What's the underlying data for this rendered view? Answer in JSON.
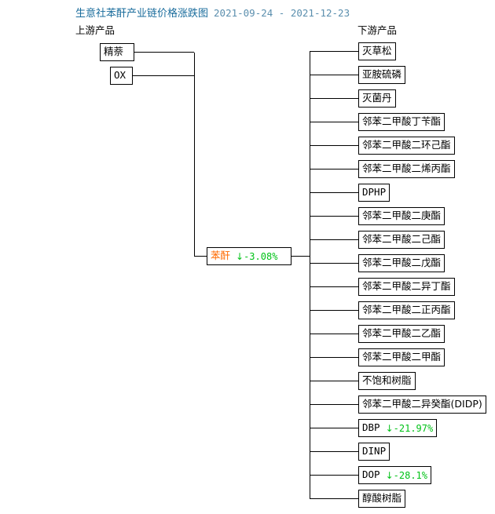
{
  "title": {
    "main": "生意社苯酐产业链价格涨跌图",
    "dates": "2021-09-24 - 2021-12-23",
    "main_color": "#1a6c9c",
    "dates_color": "#5b8fae"
  },
  "headers": {
    "upstream": "上游产品",
    "downstream": "下游产品"
  },
  "colors": {
    "up": "#ff6a00",
    "down": "#00c217",
    "box_border": "#000000",
    "background": "#ffffff"
  },
  "center": {
    "name": "苯酐",
    "arrow": "↓",
    "change": "-3.08%"
  },
  "upstream": [
    {
      "name": "精萘",
      "arrow": "",
      "change": ""
    },
    {
      "name": "OX",
      "arrow": "",
      "change": ""
    }
  ],
  "downstream": [
    {
      "name": "灭草松",
      "arrow": "",
      "change": ""
    },
    {
      "name": "亚胺硫磷",
      "arrow": "",
      "change": ""
    },
    {
      "name": "灭菌丹",
      "arrow": "",
      "change": ""
    },
    {
      "name": "邻苯二甲酸丁苄酯",
      "arrow": "",
      "change": ""
    },
    {
      "name": "邻苯二甲酸二环己酯",
      "arrow": "",
      "change": ""
    },
    {
      "name": "邻苯二甲酸二烯丙酯",
      "arrow": "",
      "change": ""
    },
    {
      "name": "DPHP",
      "arrow": "",
      "change": ""
    },
    {
      "name": "邻苯二甲酸二庚酯",
      "arrow": "",
      "change": ""
    },
    {
      "name": "邻苯二甲酸二己酯",
      "arrow": "",
      "change": ""
    },
    {
      "name": "邻苯二甲酸二戊酯",
      "arrow": "",
      "change": ""
    },
    {
      "name": "邻苯二甲酸二异丁酯",
      "arrow": "",
      "change": ""
    },
    {
      "name": "邻苯二甲酸二正丙酯",
      "arrow": "",
      "change": ""
    },
    {
      "name": "邻苯二甲酸二乙酯",
      "arrow": "",
      "change": ""
    },
    {
      "name": "邻苯二甲酸二甲酯",
      "arrow": "",
      "change": ""
    },
    {
      "name": "不饱和树脂",
      "arrow": "",
      "change": ""
    },
    {
      "name": "邻苯二甲酸二异癸酯(DIDP)",
      "arrow": "",
      "change": ""
    },
    {
      "name": "DBP",
      "arrow": "↓",
      "change": "-21.97%"
    },
    {
      "name": "DINP",
      "arrow": "",
      "change": ""
    },
    {
      "name": "DOP",
      "arrow": "↓",
      "change": "-28.1%"
    },
    {
      "name": "醇酸树脂",
      "arrow": "",
      "change": ""
    }
  ]
}
